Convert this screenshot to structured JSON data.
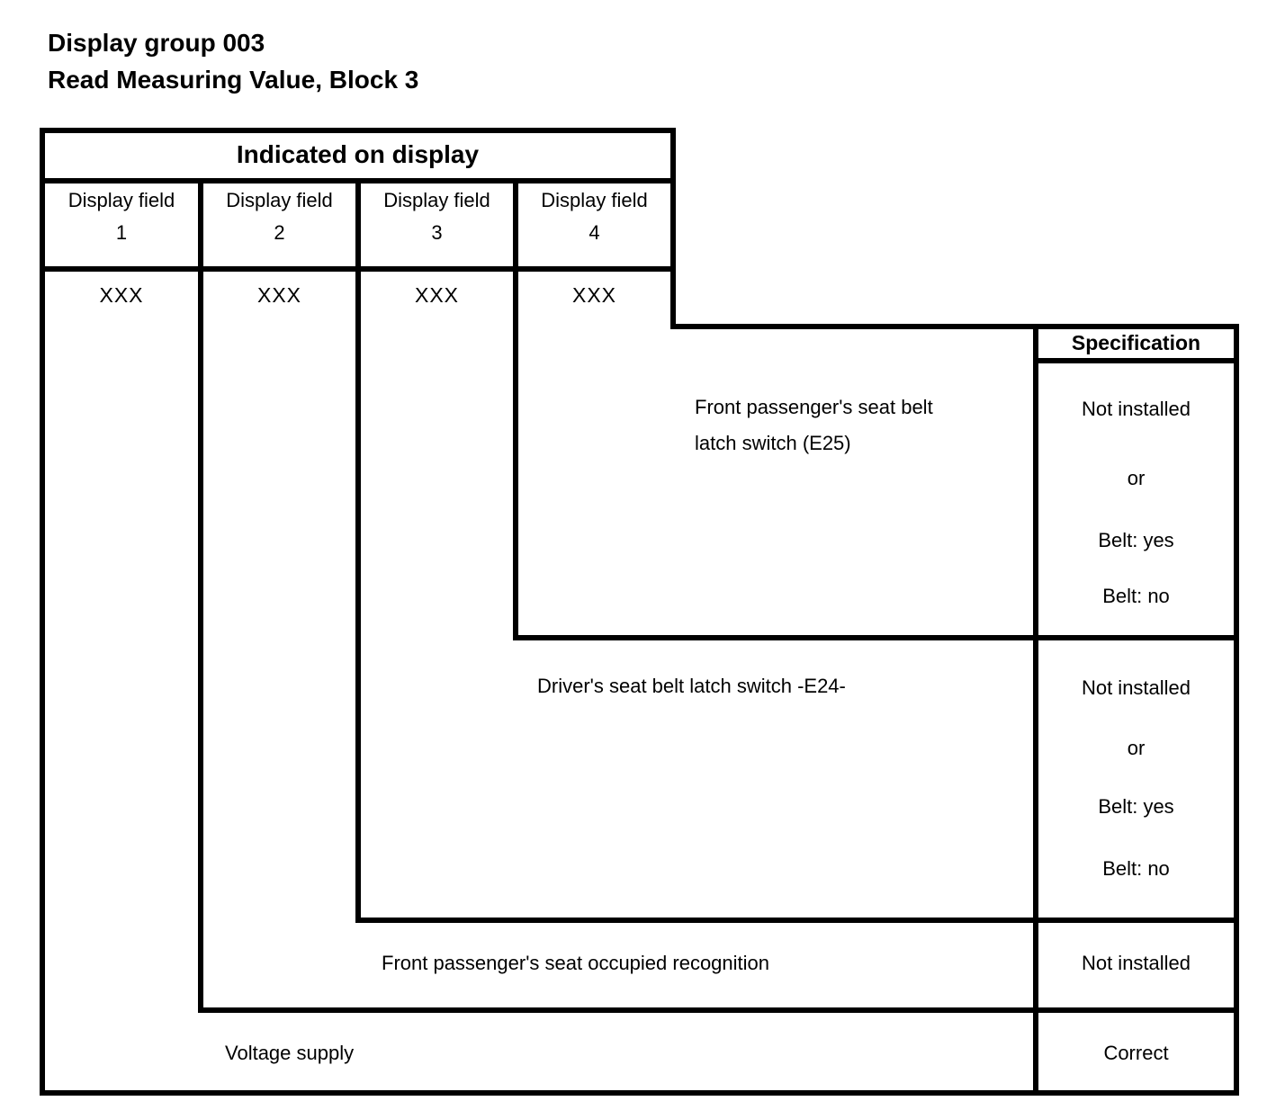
{
  "title": {
    "line1": "Display group 003",
    "line2": "Read Measuring Value, Block 3"
  },
  "table": {
    "indicated_header": "Indicated on display",
    "spec_header": "Specification",
    "columns": [
      {
        "label": "Display field",
        "number": "1",
        "value": "XXX"
      },
      {
        "label": "Display field",
        "number": "2",
        "value": "XXX"
      },
      {
        "label": "Display field",
        "number": "3",
        "value": "XXX"
      },
      {
        "label": "Display field",
        "number": "4",
        "value": "XXX"
      }
    ],
    "rows": [
      {
        "label_lines": [
          "Front passenger's seat belt",
          "latch switch (E25)"
        ],
        "spec_lines": [
          "Not installed",
          "or",
          "Belt: yes",
          "Belt: no"
        ]
      },
      {
        "label_lines": [
          "Driver's seat belt latch switch -E24-"
        ],
        "spec_lines": [
          "Not installed",
          "or",
          "Belt: yes",
          "Belt: no"
        ]
      },
      {
        "label_lines": [
          "Front passenger's seat occupied recognition"
        ],
        "spec_lines": [
          "Not installed"
        ]
      },
      {
        "label_lines": [
          "Voltage supply"
        ],
        "spec_lines": [
          "Correct"
        ]
      }
    ]
  },
  "colors": {
    "ink": "#000000",
    "paper": "#ffffff"
  }
}
